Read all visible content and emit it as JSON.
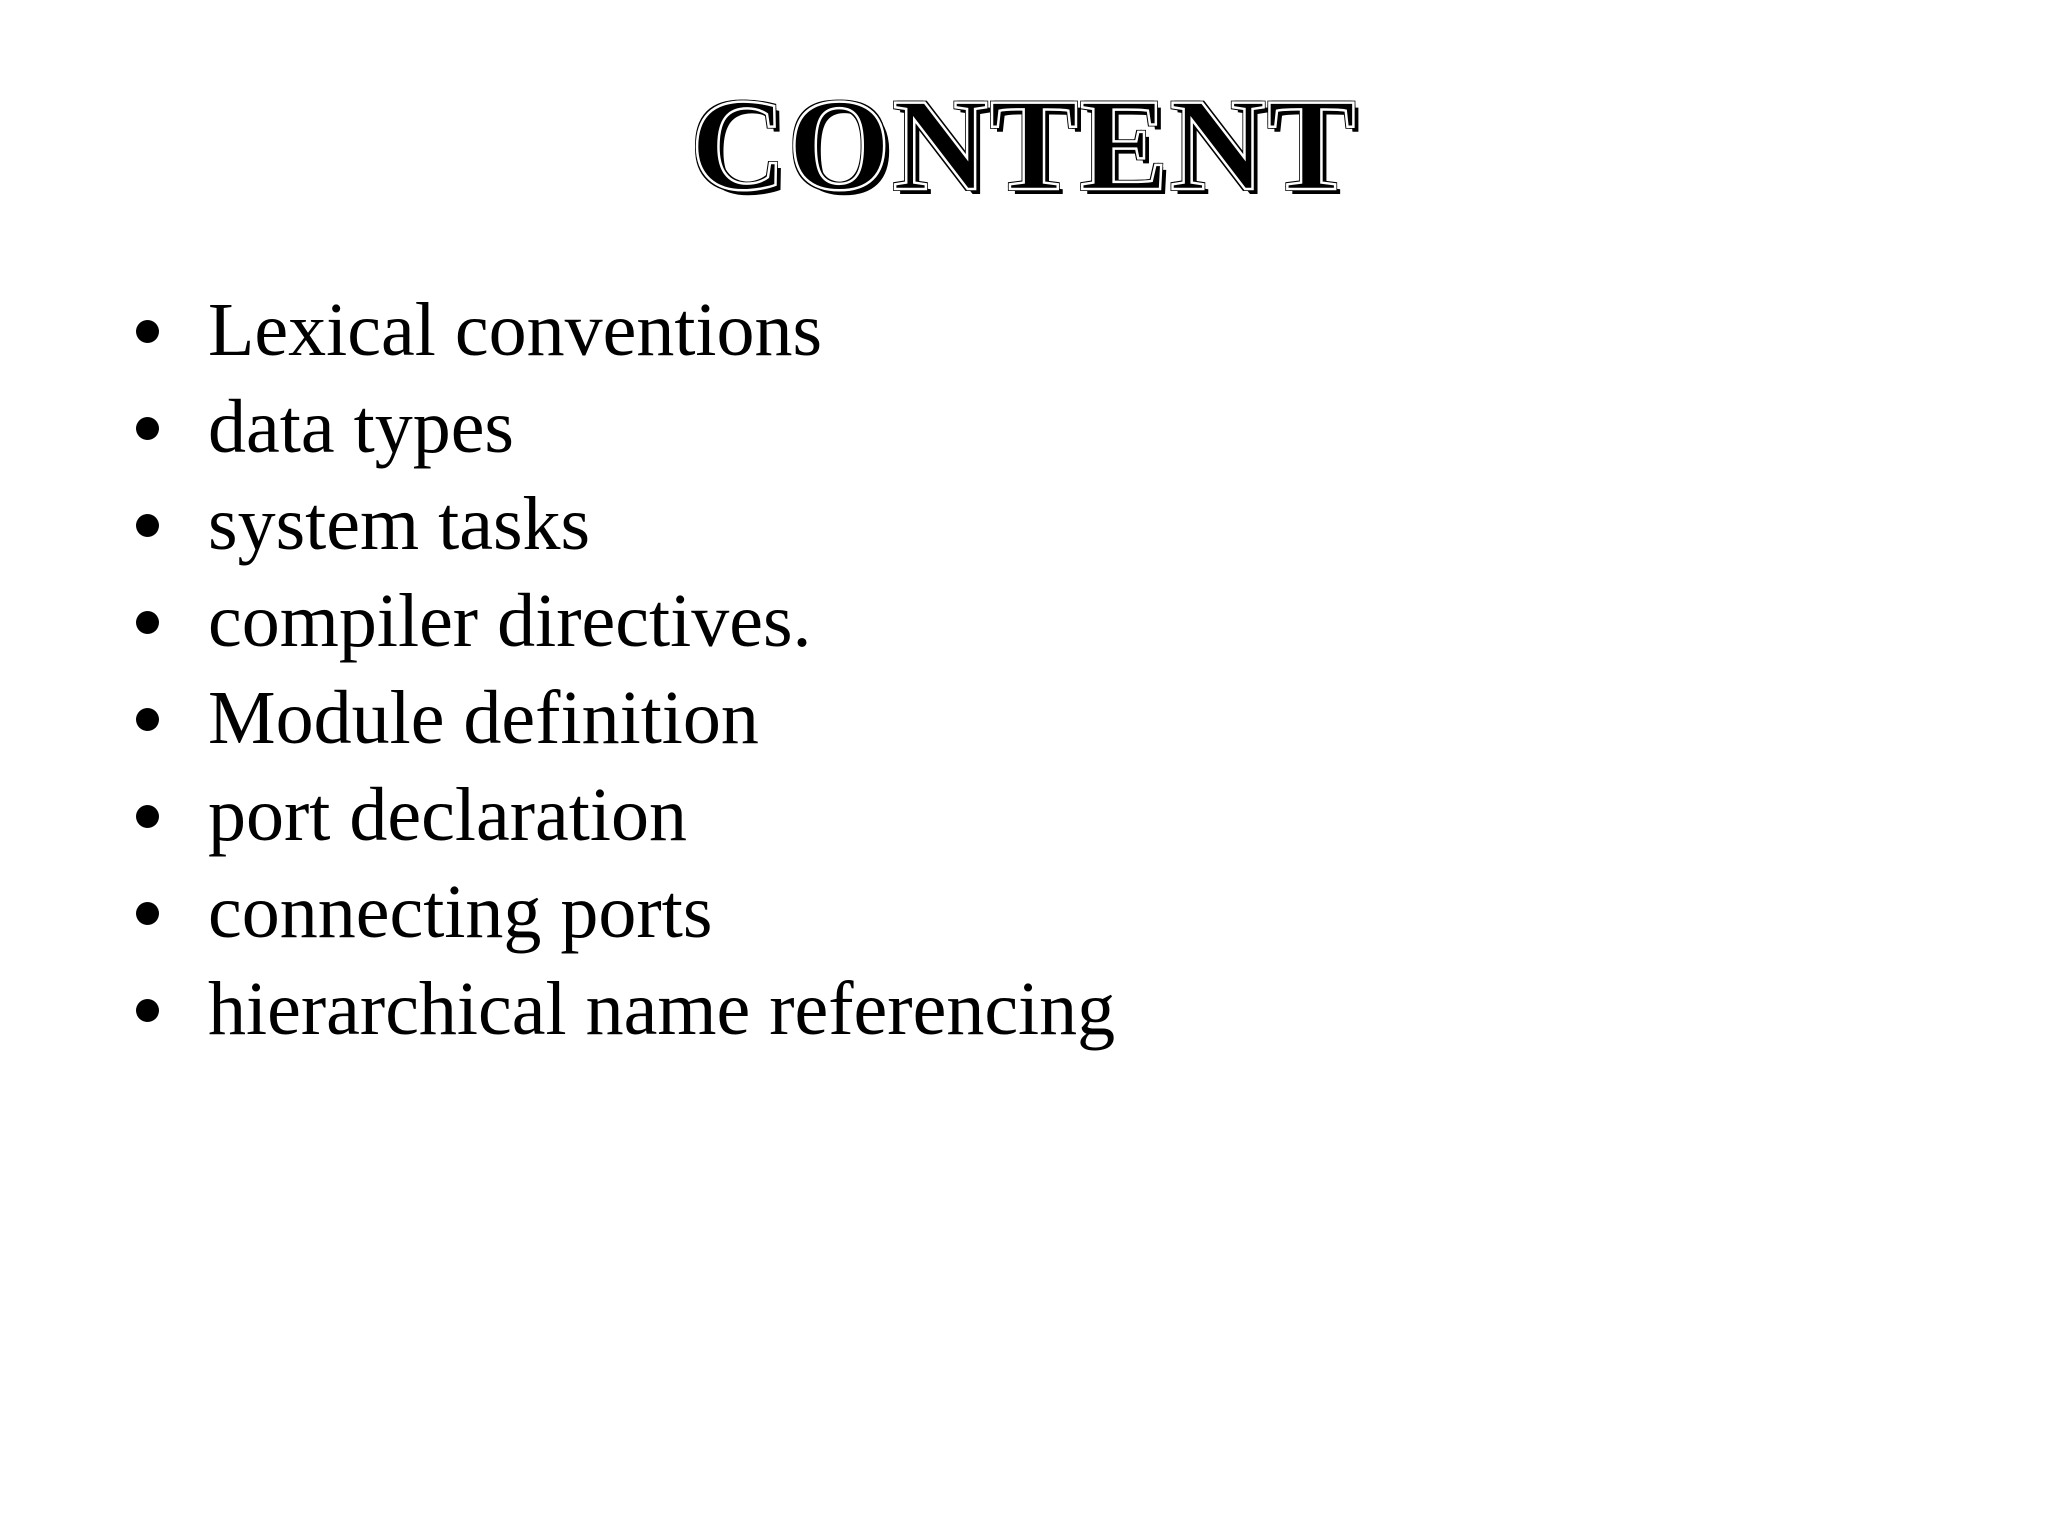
{
  "slide": {
    "title": "CONTENT",
    "bullets": [
      "Lexical conventions",
      "data types",
      "system tasks",
      "compiler directives.",
      "Module definition",
      "port declaration",
      "connecting ports",
      "hierarchical name referencing"
    ],
    "colors": {
      "background": "#ffffff",
      "text": "#000000"
    }
  }
}
